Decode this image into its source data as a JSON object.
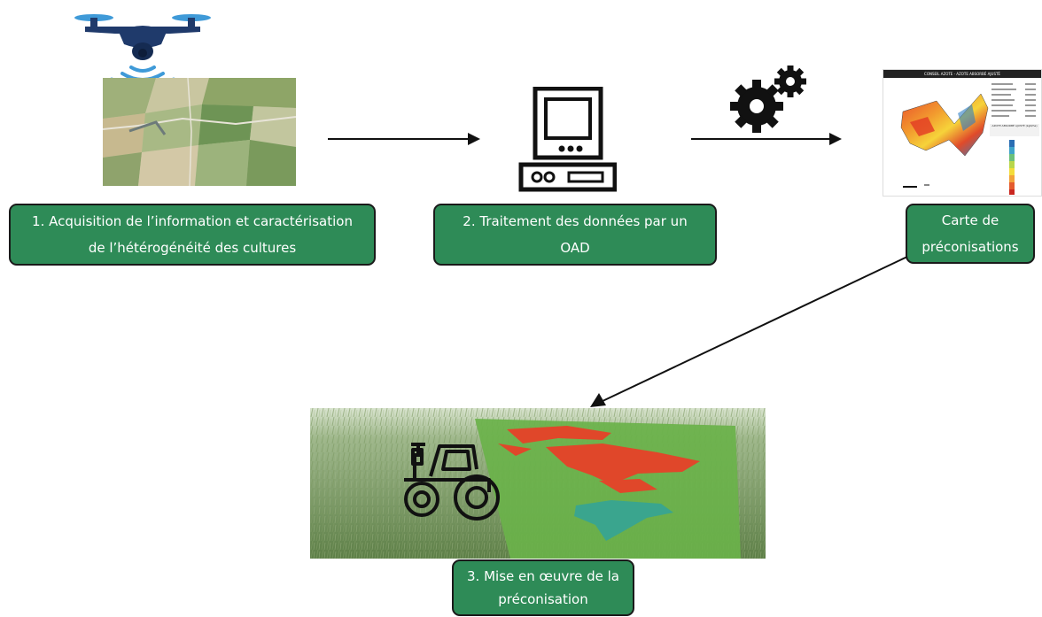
{
  "colors": {
    "label_fill": "#2e8b57",
    "label_border": "#1a1a1a",
    "label_text": "#ffffff",
    "arrow": "#111111",
    "drone_body": "#1f3a6b",
    "signal": "#3f9ad8",
    "field_green": "#6aaa4a",
    "zone_red": "#e0472a",
    "zone_teal": "#3aa58e"
  },
  "icons": {
    "drone": "drone-icon",
    "signal": "wifi-signal-icon",
    "computer": "computer-icon",
    "gears": "gears-icon",
    "tractor": "tractor-icon"
  },
  "steps": {
    "acquisition": {
      "line1": "1. Acquisition de l’information et caractérisation",
      "line2": "de l’hétérogénéité des cultures"
    },
    "treatment": {
      "line1": "2. Traitement des données par un",
      "line2": "OAD"
    },
    "map": {
      "line1": "Carte de",
      "line2": "préconisations"
    },
    "implementation": {
      "line1": "3. Mise en œuvre de la",
      "line2": "préconisation"
    }
  },
  "map_panel": {
    "title": "CONSEIL AZOTE - AZOTE ABSORBÉ AJUSTÉ",
    "legend_title": "AZOTE ABSORBÉ AJUSTÉ (kgN/ha)"
  }
}
